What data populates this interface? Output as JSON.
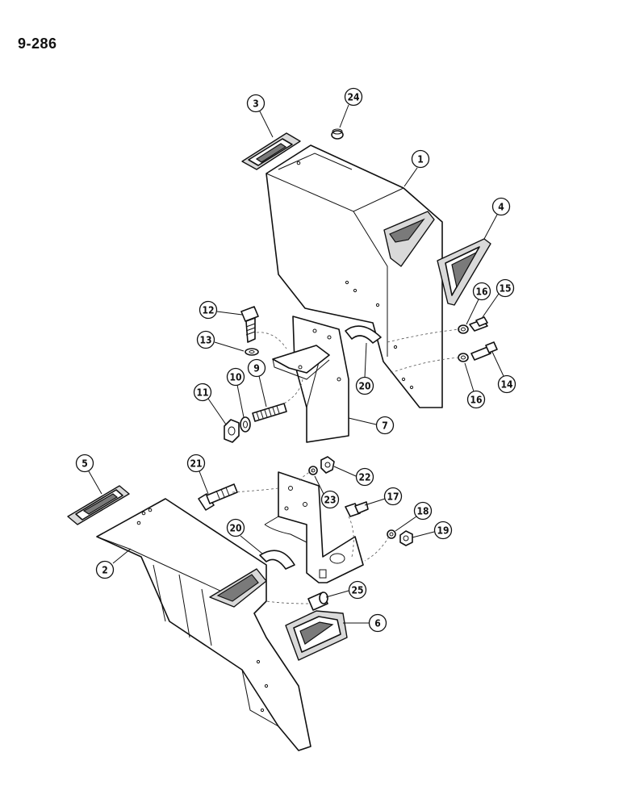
{
  "page": {
    "number": "9-286"
  },
  "callouts": [
    "1",
    "2",
    "3",
    "4",
    "5",
    "6",
    "7",
    "9",
    "10",
    "11",
    "12",
    "13",
    "14",
    "15",
    "16",
    "16",
    "17",
    "18",
    "19",
    "20",
    "20",
    "21",
    "22",
    "23",
    "24",
    "25"
  ],
  "colors": {
    "ink": "#111111",
    "paper": "#ffffff",
    "shade": "#d9d9d9"
  }
}
